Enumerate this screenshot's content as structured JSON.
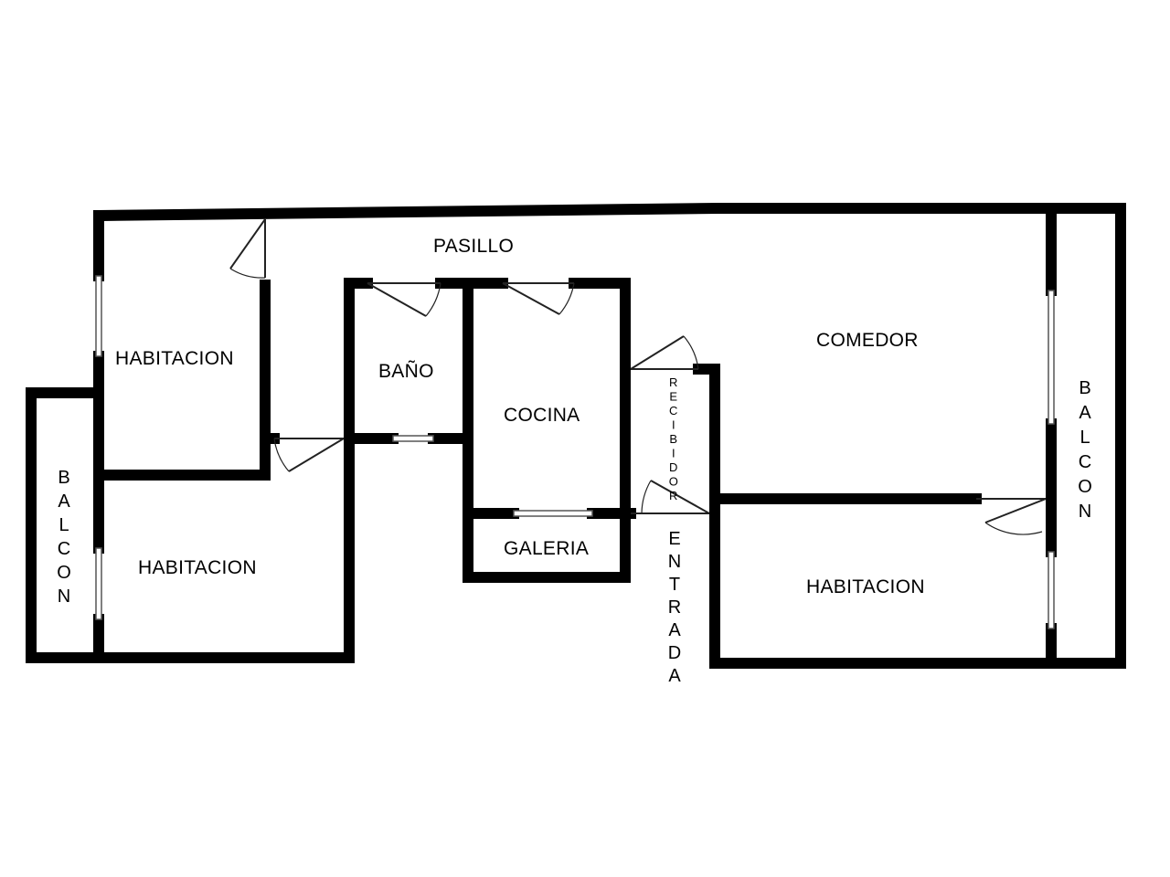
{
  "rooms": {
    "pasillo": "PASILLO",
    "habitacion_top_left": "HABITACION",
    "habitacion_bottom_left": "HABITACION",
    "habitacion_right": "HABITACION",
    "bano": "BAÑO",
    "cocina": "COCINA",
    "galeria": "GALERIA",
    "comedor": "COMEDOR",
    "balcon_left": "BALCON",
    "balcon_right": "BALCON",
    "recibidor": "RECIBIDOR",
    "entrada": "ENTRADA"
  }
}
